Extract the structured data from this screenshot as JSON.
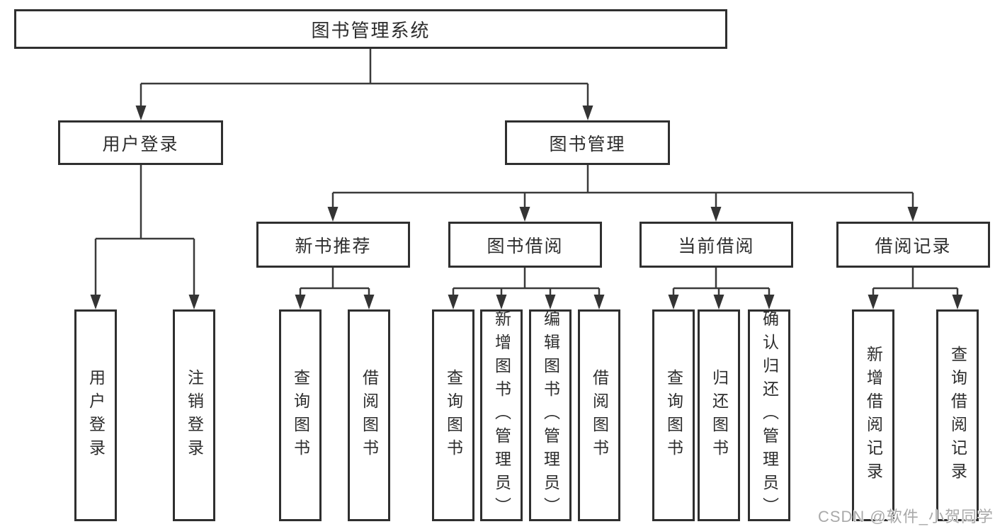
{
  "diagram": {
    "root": {
      "label": "图书管理系统"
    },
    "level2": [
      {
        "label": "用户登录"
      },
      {
        "label": "图书管理"
      }
    ],
    "level3": [
      {
        "label": "新书推荐"
      },
      {
        "label": "图书借阅"
      },
      {
        "label": "当前借阅"
      },
      {
        "label": "借阅记录"
      }
    ],
    "leaves": [
      {
        "label": "用户登录",
        "parent": "用户登录"
      },
      {
        "label": "注销登录",
        "parent": "用户登录"
      },
      {
        "label": "查询图书",
        "parent": "新书推荐"
      },
      {
        "label": "借阅图书",
        "parent": "新书推荐"
      },
      {
        "label": "查询图书",
        "parent": "图书借阅"
      },
      {
        "label": "新增图书（管理员）",
        "parent": "图书借阅"
      },
      {
        "label": "编辑图书（管理员）",
        "parent": "图书借阅"
      },
      {
        "label": "借阅图书",
        "parent": "图书借阅"
      },
      {
        "label": "查询图书",
        "parent": "当前借阅"
      },
      {
        "label": "归还图书",
        "parent": "当前借阅"
      },
      {
        "label": "确认归还（管理员）",
        "parent": "当前借阅"
      },
      {
        "label": "新增借阅记录",
        "parent": "借阅记录"
      },
      {
        "label": "查询借阅记录",
        "parent": "借阅记录"
      }
    ],
    "watermark": "CSDN @软件_小贺同学",
    "colors": {
      "line": "#3a3a3a",
      "arrow": "#343434",
      "border": "#2f2f2f",
      "text": "#2d2d2d",
      "watermark": "#a9a9a9",
      "background": "#ffffff"
    }
  }
}
